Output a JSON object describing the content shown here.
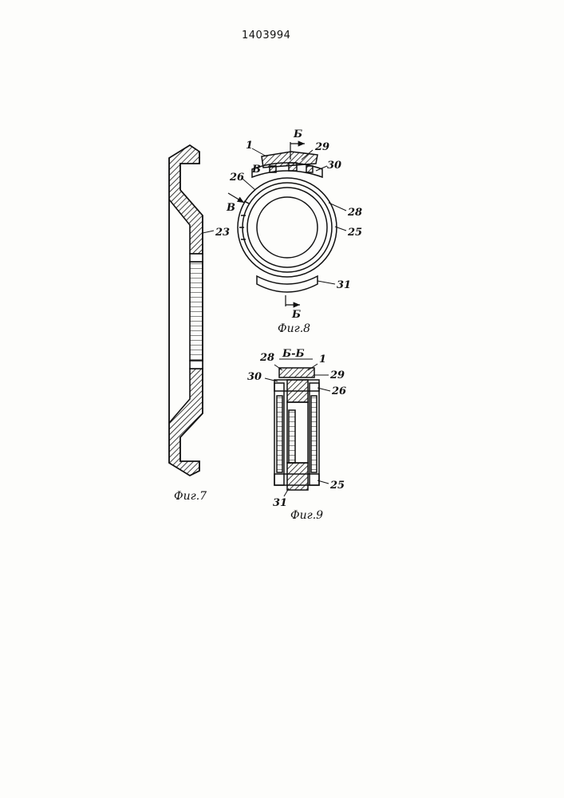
{
  "document": {
    "patent_number": "1403994"
  },
  "figures": {
    "fig7": {
      "caption": "Фиг.7",
      "labels": {
        "part23": "23"
      }
    },
    "fig8": {
      "caption": "Фиг.8",
      "labels": {
        "part1": "1",
        "part29": "29",
        "part30": "30",
        "part26": "26",
        "part28": "28",
        "part25": "25",
        "part31": "31",
        "section_b_top": "Б",
        "section_b_bottom": "Б",
        "section_v_top": "В",
        "section_v_left": "В"
      }
    },
    "fig9": {
      "caption": "Фиг.9",
      "section_title": "Б-Б",
      "labels": {
        "part28": "28",
        "part1": "1",
        "part30": "30",
        "part29": "29",
        "part26": "26",
        "part25": "25",
        "part31": "31"
      }
    }
  }
}
